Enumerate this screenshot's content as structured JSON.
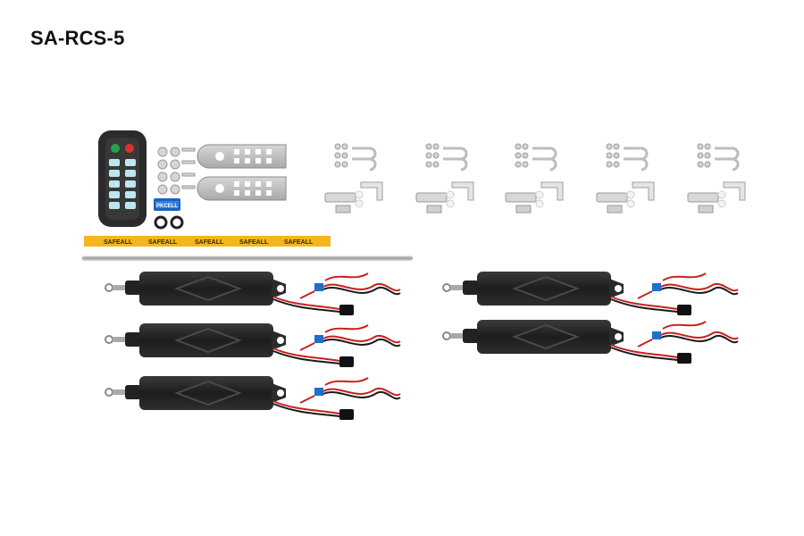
{
  "title": "SA-RCS-5",
  "kit": {
    "battery_label": "PKCELL",
    "strip_brand": "SAFEALL",
    "actuator_count": 5,
    "bracket_set_count": 5
  },
  "colors": {
    "background": "#ffffff",
    "remote_body": "#2b2b2b",
    "remote_keys": "#bde7ef",
    "green_button": "#29a34a",
    "red_button": "#d9342b",
    "actuator": "#262626",
    "strip": "#f3b61f",
    "wire_red": "#c8201e",
    "wire_black": "#1a1a1a",
    "connector_blue": "#1d6fd0",
    "metal": "#c7c7c7"
  }
}
